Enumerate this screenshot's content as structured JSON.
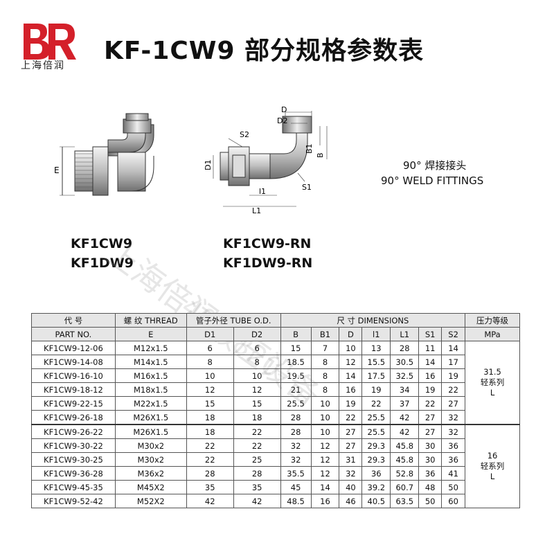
{
  "logo": {
    "letters": "BR",
    "subtitle": "上海倍润"
  },
  "title": "KF-1CW9 部分规格参数表",
  "description": {
    "line1": "90° 焊接接头",
    "line2": "90° WELD FITTINGS"
  },
  "models": {
    "left": [
      "KF1CW9",
      "KF1DW9"
    ],
    "right": [
      "KF1CW9-RN",
      "KF1DW9-RN"
    ]
  },
  "dimension_labels": {
    "E": "E",
    "D": "D",
    "D2": "D2",
    "B1": "B1",
    "B": "B",
    "S2": "S2",
    "D1": "D1",
    "S1": "S1",
    "l1": "l1",
    "L1": "L1"
  },
  "watermark": {
    "line1": "上海倍润液压设备",
    "line2": "400-820-"
  },
  "table": {
    "header_row1": {
      "code": "代    号",
      "thread": "螺  纹   THREAD",
      "tube": "管子外径 TUBE O.D.",
      "dimensions": "尺   寸    DIMENSIONS",
      "pressure": "压力等级"
    },
    "header_row2": {
      "part_no": "PART NO.",
      "E": "E",
      "D1": "D1",
      "D2": "D2",
      "B": "B",
      "B1": "B1",
      "D": "D",
      "l1": "l1",
      "L1": "L1",
      "S1": "S1",
      "S2": "S2",
      "mpa": "MPa"
    },
    "rows": [
      [
        "KF1CW9-12-06",
        "M12x1.5",
        "6",
        "6",
        "15",
        "7",
        "10",
        "13",
        "28",
        "11",
        "14"
      ],
      [
        "KF1CW9-14-08",
        "M14x1.5",
        "8",
        "8",
        "18.5",
        "8",
        "12",
        "15.5",
        "30.5",
        "14",
        "17"
      ],
      [
        "KF1CW9-16-10",
        "M16x1.5",
        "10",
        "10",
        "19.5",
        "8",
        "14",
        "17.5",
        "32.5",
        "16",
        "19"
      ],
      [
        "KF1CW9-18-12",
        "M18x1.5",
        "12",
        "12",
        "21",
        "8",
        "16",
        "19",
        "34",
        "19",
        "22"
      ],
      [
        "KF1CW9-22-15",
        "M22x1.5",
        "15",
        "15",
        "25.5",
        "10",
        "19",
        "22",
        "37",
        "22",
        "27"
      ],
      [
        "KF1CW9-26-18",
        "M26X1.5",
        "18",
        "18",
        "28",
        "10",
        "22",
        "25.5",
        "42",
        "27",
        "32"
      ],
      [
        "KF1CW9-26-22",
        "M26X1.5",
        "18",
        "22",
        "28",
        "10",
        "27",
        "25.5",
        "42",
        "27",
        "32"
      ],
      [
        "KF1CW9-30-22",
        "M30x2",
        "22",
        "22",
        "32",
        "12",
        "27",
        "29.3",
        "45.8",
        "30",
        "36"
      ],
      [
        "KF1CW9-30-25",
        "M30x2",
        "22",
        "25",
        "32",
        "12",
        "31",
        "29.3",
        "45.8",
        "30",
        "36"
      ],
      [
        "KF1CW9-36-28",
        "M36x2",
        "28",
        "28",
        "35.5",
        "12",
        "32",
        "36",
        "52.8",
        "36",
        "41"
      ],
      [
        "KF1CW9-45-35",
        "M45X2",
        "35",
        "35",
        "45",
        "14",
        "40",
        "39.2",
        "60.7",
        "48",
        "50"
      ],
      [
        "KF1CW9-52-42",
        "M52X2",
        "42",
        "42",
        "48.5",
        "16",
        "46",
        "40.5",
        "63.5",
        "50",
        "60"
      ]
    ],
    "pressure_groups": [
      {
        "value": "31.5",
        "series": "轻系列",
        "letter": "L"
      },
      {
        "value": "16",
        "series": "轻系列",
        "letter": "L"
      }
    ]
  }
}
